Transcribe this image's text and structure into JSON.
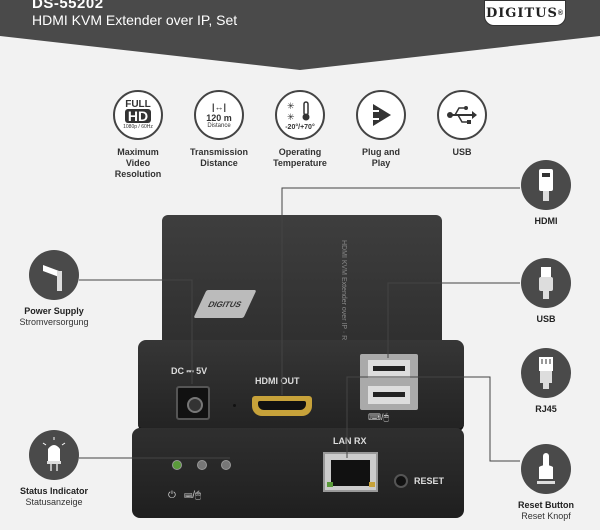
{
  "header": {
    "model": "DS-55202",
    "subtitle": "HDMI KVM Extender over IP, Set",
    "logo": "DIGITUS",
    "logo_reg": "®"
  },
  "features": [
    {
      "icon": "full-hd-icon",
      "lines": [
        "FULL",
        "HD",
        "1080p / 60Hz"
      ],
      "label": [
        "Maximum",
        "Video",
        "Resolution"
      ]
    },
    {
      "icon": "distance-icon",
      "lines": [
        "|↔|",
        "120 m",
        "Distance"
      ],
      "label": [
        "Transmission",
        "Distance"
      ]
    },
    {
      "icon": "temperature-icon",
      "lines": [
        "-20°/+70°"
      ],
      "label": [
        "Operating",
        "Temperature"
      ]
    },
    {
      "icon": "plug-and-play-icon",
      "label": [
        "Plug and",
        "Play"
      ]
    },
    {
      "icon": "usb-symbol-icon",
      "label": [
        "USB"
      ]
    }
  ],
  "callouts": {
    "hdmi": {
      "title": "HDMI"
    },
    "usb": {
      "title": "USB"
    },
    "rj45": {
      "title": "RJ45"
    },
    "reset": {
      "title": "Reset Button",
      "subtitle": "Reset Knopf"
    },
    "power": {
      "title": "Power Supply",
      "subtitle": "Stromversorgung"
    },
    "status": {
      "title": "Status Indicator",
      "subtitle": "Statusanzeige"
    }
  },
  "device": {
    "dc_label": "DC ⎓ 5V",
    "hdmi_out_label": "HDMI OUT",
    "lan_label": "LAN RX",
    "reset_label": "RESET",
    "badge": "DIGITUS",
    "top_text": "HDMI KVM Extender over IP · Receiver"
  },
  "colors": {
    "header": "#4a4a4a",
    "icon_circle": "#4a4a4a",
    "device": "#2e2e2e",
    "hdmi_gold": "#c7a23a",
    "led_green": "#5a9a3a"
  }
}
